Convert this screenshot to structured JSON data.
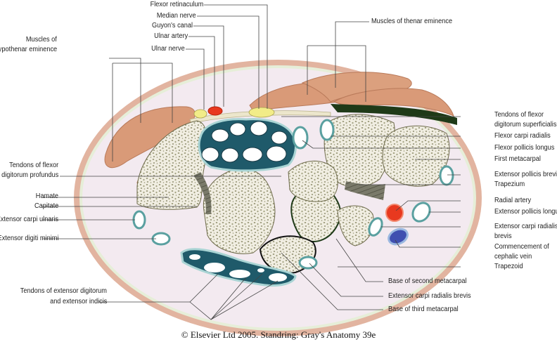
{
  "figure": {
    "title": "Transverse section through the wrist (carpal tunnel)",
    "caption": "© Elsevier Ltd 2005. Standring: Gray's Anatomy 39e",
    "colors": {
      "skin": "#e2b4a0",
      "subcutis": "#f3eaf0",
      "muscle": "#d99a78",
      "bone": "#f1eee2",
      "bone_speckle": "#9a9878",
      "sheath": "#1f5a6a",
      "sheath_light": "#a9d4d4",
      "nerve": "#f2ec88",
      "artery": "#e8391f",
      "vein": "#3f4fb0",
      "ligament": "#1f3a18",
      "leader": "#333333"
    }
  },
  "labels": {
    "top": [
      {
        "id": "flexor-retinaculum",
        "text": "Flexor retinaculum"
      },
      {
        "id": "median-nerve",
        "text": "Median nerve"
      },
      {
        "id": "guyons-canal",
        "text": "Guyon's canal"
      },
      {
        "id": "ulnar-artery",
        "text": "Ulnar artery"
      },
      {
        "id": "ulnar-nerve",
        "text": "Ulnar nerve"
      },
      {
        "id": "thenar-muscles",
        "text": "Muscles of thenar eminence"
      }
    ],
    "left": [
      {
        "id": "hypothenar-muscles",
        "line1": "Muscles of",
        "line2": "hypothenar eminence"
      },
      {
        "id": "fdp-tendons",
        "line1": "Tendons of flexor",
        "line2": "digitorum profundus"
      },
      {
        "id": "hamate",
        "text": "Hamate"
      },
      {
        "id": "capitate",
        "text": "Capitate"
      },
      {
        "id": "ecu",
        "text": "Extensor carpi ulnaris"
      },
      {
        "id": "edm",
        "text": "Extensor digiti minimi"
      },
      {
        "id": "ed-ei-tendons",
        "line1": "Tendons of extensor digitorum",
        "line2": "and extensor indicis"
      }
    ],
    "right": [
      {
        "id": "fds-tendons",
        "line1": "Tendons of flexor",
        "line2": "digitorum superficialis"
      },
      {
        "id": "fcr",
        "text": "Flexor carpi radialis"
      },
      {
        "id": "fpl",
        "text": "Flexor pollicis longus"
      },
      {
        "id": "first-metacarpal",
        "text": "First metacarpal"
      },
      {
        "id": "epb",
        "text": "Extensor pollicis brevis"
      },
      {
        "id": "trapezium",
        "text": "Trapezium"
      },
      {
        "id": "radial-artery",
        "text": "Radial artery"
      },
      {
        "id": "epl",
        "text": "Extensor pollicis longus"
      },
      {
        "id": "ecrl",
        "line1": "Extensor carpi radialis",
        "line2": "brevis"
      },
      {
        "id": "cephalic-vein",
        "line1": "Commencement of",
        "line2": "cephalic vein"
      },
      {
        "id": "trapezoid",
        "text": "Trapezoid"
      }
    ],
    "bottom": [
      {
        "id": "base-second-metacarpal",
        "text": "Base of second metacarpal"
      },
      {
        "id": "ecrb",
        "text": "Extensor carpi radialis brevis"
      },
      {
        "id": "base-third-metacarpal",
        "text": "Base of third metacarpal"
      }
    ]
  }
}
